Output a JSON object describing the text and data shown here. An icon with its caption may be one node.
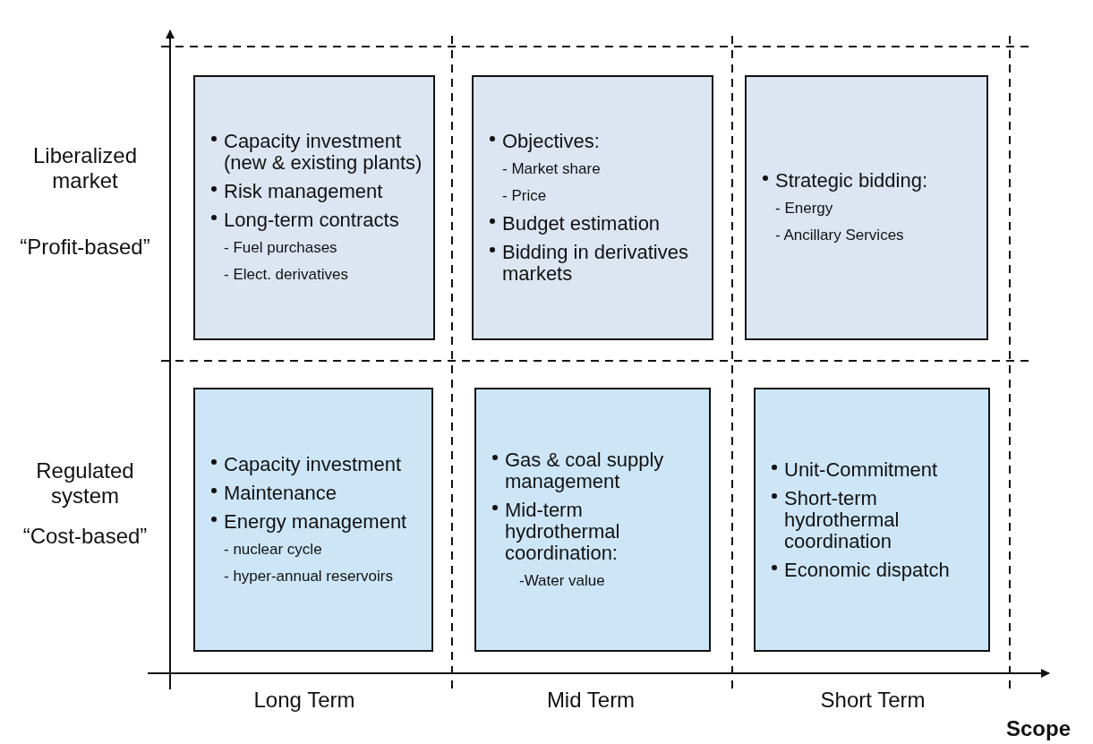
{
  "diagram": {
    "nodes": [
      {
        "text": [
          "Capacity investment (new & existing plants)",
          "Risk management",
          "Long-term contracts",
          "- Fuel purchases",
          "- Elect. derivatives"
        ]
      },
      {
        "text": [
          "Objectives:",
          "- Market share",
          "- Price",
          "Budget estimation",
          "Bidding in derivatives markets"
        ]
      },
      {
        "text": [
          "Strategic bidding:",
          "- Energy",
          "- Ancillary Services"
        ]
      },
      {
        "text": [
          "Capacity investment",
          "Maintenance",
          "Energy management",
          "- nuclear cycle",
          "- hyper-annual reservoirs"
        ]
      },
      {
        "text": [
          "Gas & coal supply management",
          "Mid-term hydrothermal coordination:",
          "-Water value"
        ]
      },
      {
        "text": [
          "Unit-Commitment",
          "Short-term hydrothermal coordination",
          "Economic dispatch"
        ]
      }
    ],
    "edges": [],
    "labels": [
      "Liberalized market",
      "“Profit-based”",
      "Regulated system",
      "“Cost-based”",
      "Long Term",
      "Mid Term",
      "Short Term",
      "Scope"
    ]
  }
}
